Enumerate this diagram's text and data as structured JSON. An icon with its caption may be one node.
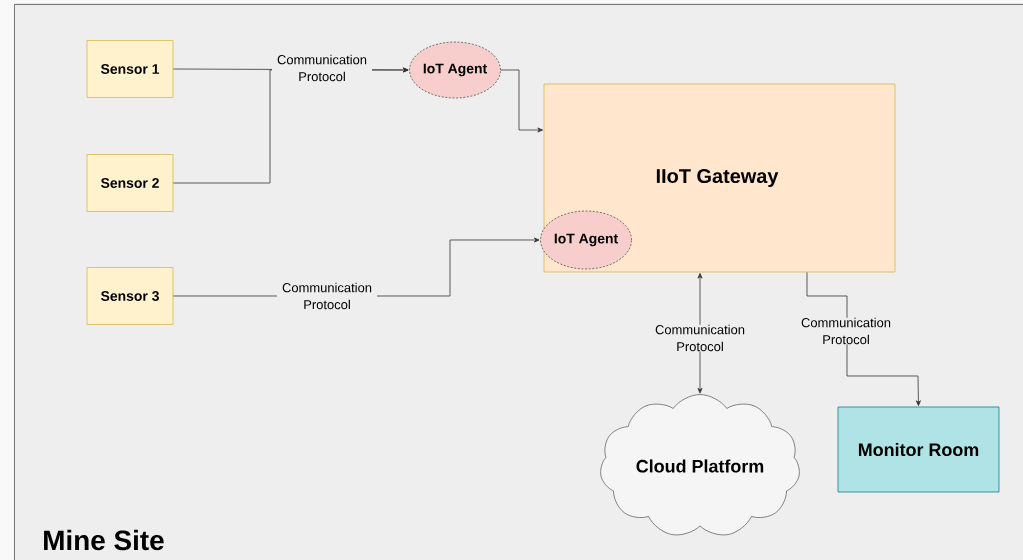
{
  "diagram": {
    "nodes": [
      {
        "text": [
          "Mine Site"
        ]
      },
      {
        "text": [
          "Sensor 1"
        ],
        "in": 0
      },
      {
        "text": [
          "Sensor 2"
        ],
        "in": 0
      },
      {
        "text": [
          "Sensor 3"
        ],
        "in": 0
      },
      {
        "text": [
          "IoT Agent"
        ],
        "in": 0
      },
      {
        "text": [
          "IIoT Gateway"
        ],
        "in": 0
      },
      {
        "text": [
          "IoT Agent"
        ],
        "in": 5
      },
      {
        "text": [
          "Cloud Platform"
        ],
        "in": 0
      },
      {
        "text": [
          "Monitor Room"
        ],
        "in": 0
      }
    ],
    "edges": [
      {
        "from": 1,
        "to": 4,
        "arrow": "to",
        "label": "Communication Protocol"
      },
      {
        "from": 2,
        "to": 4,
        "arrow": "to"
      },
      {
        "from": 4,
        "to": 5,
        "arrow": "to"
      },
      {
        "from": 3,
        "to": 6,
        "arrow": "to",
        "label": "Communication Protocol"
      },
      {
        "from": 5,
        "to": 7,
        "arrow": "both",
        "label": "Communication Protocol"
      },
      {
        "from": 5,
        "to": 8,
        "arrow": "to",
        "label": "Communication Protocol"
      }
    ]
  }
}
